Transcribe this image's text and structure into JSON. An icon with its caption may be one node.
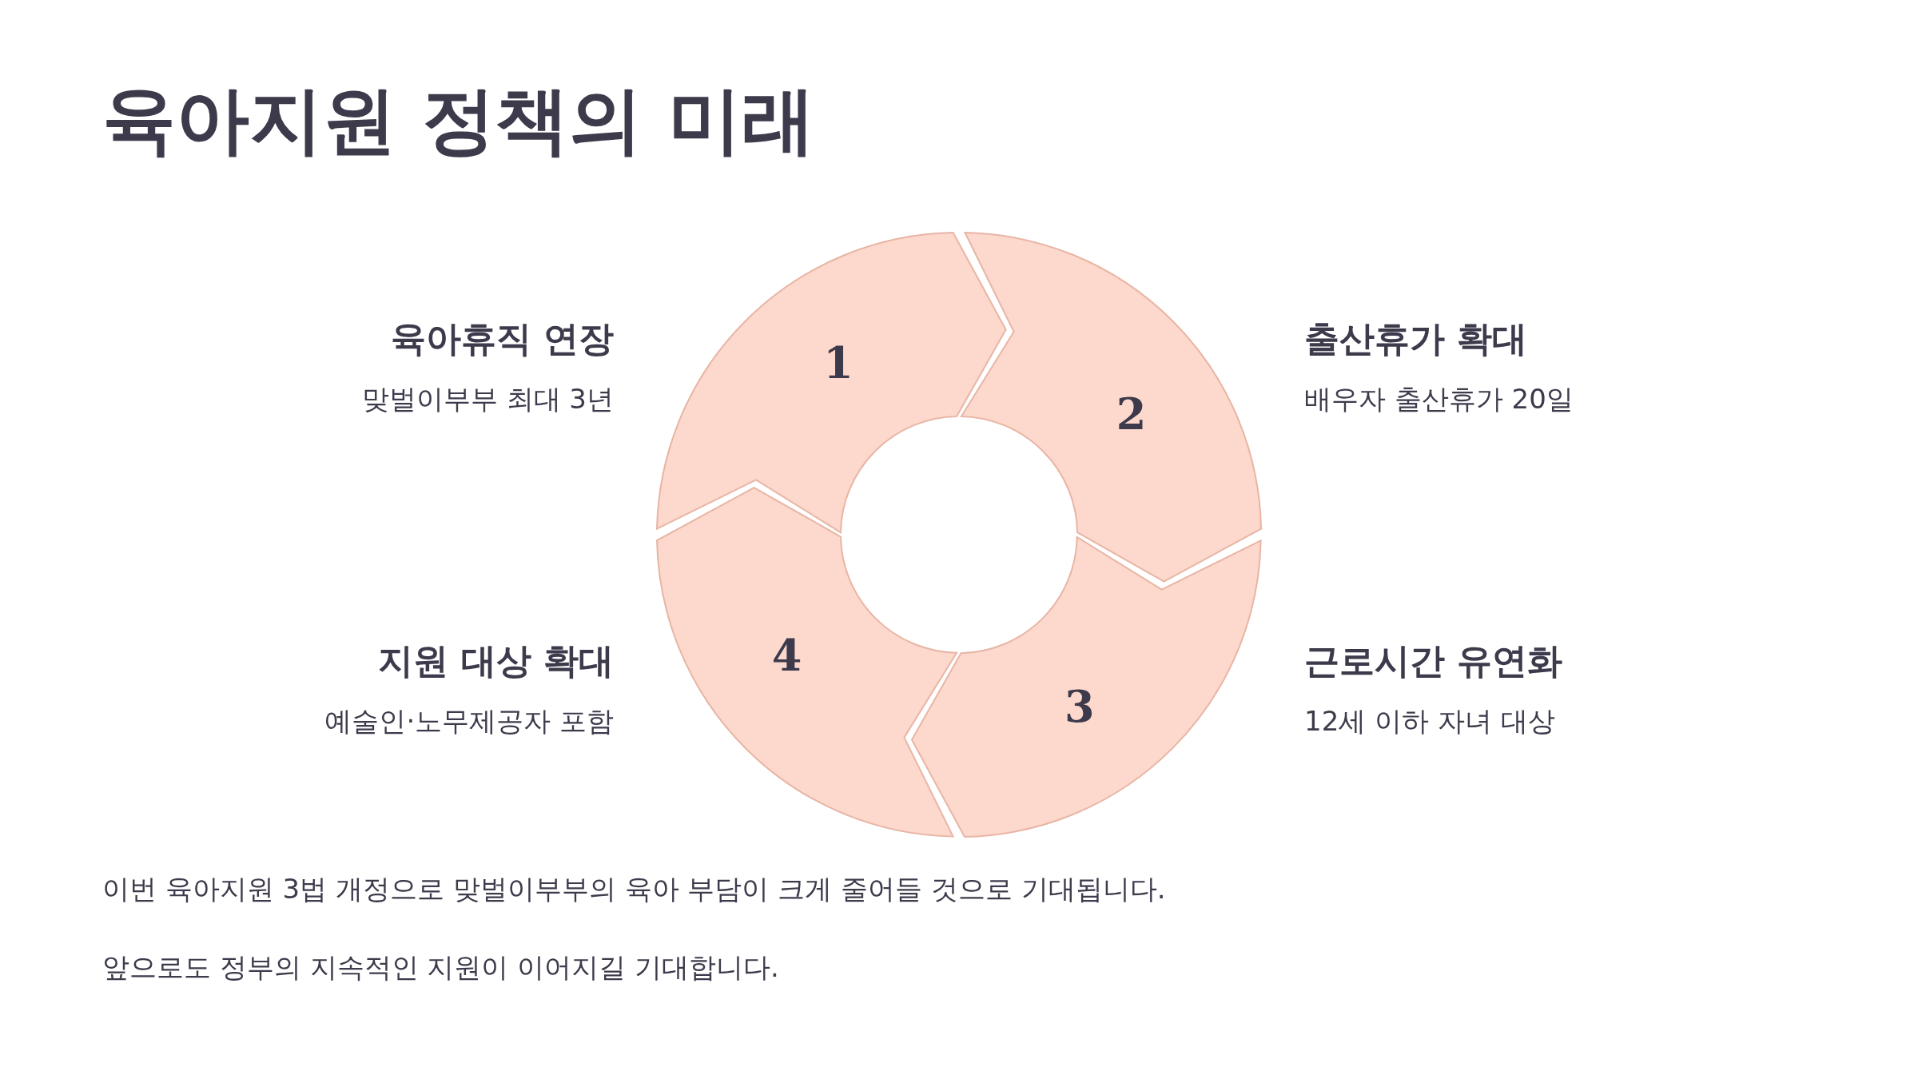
{
  "diagram": {
    "title": "육아지원 정책의 미래",
    "nodes": [
      {
        "text": [
          "1"
        ],
        "beside": [
          "육아휴직 연장",
          "맞벌이부부 최대 3년"
        ]
      },
      {
        "text": [
          "2"
        ],
        "beside": [
          "출산휴가 확대",
          "배우자 출산휴가 20일"
        ]
      },
      {
        "text": [
          "3"
        ],
        "beside": [
          "근로시간 유연화",
          "12세 이하 자녀 대상"
        ]
      },
      {
        "text": [
          "4"
        ],
        "beside": [
          "지원 대상 확대",
          "예술인·노무제공자 포함"
        ]
      }
    ],
    "labels": [
      "이번 육아지원 3법 개정으로 맞벌이부부의 육아 부담이 크게 줄어들 것으로 기대됩니다.",
      "앞으로도 정부의 지속적인 지원이 이어지길 기대합니다."
    ]
  }
}
